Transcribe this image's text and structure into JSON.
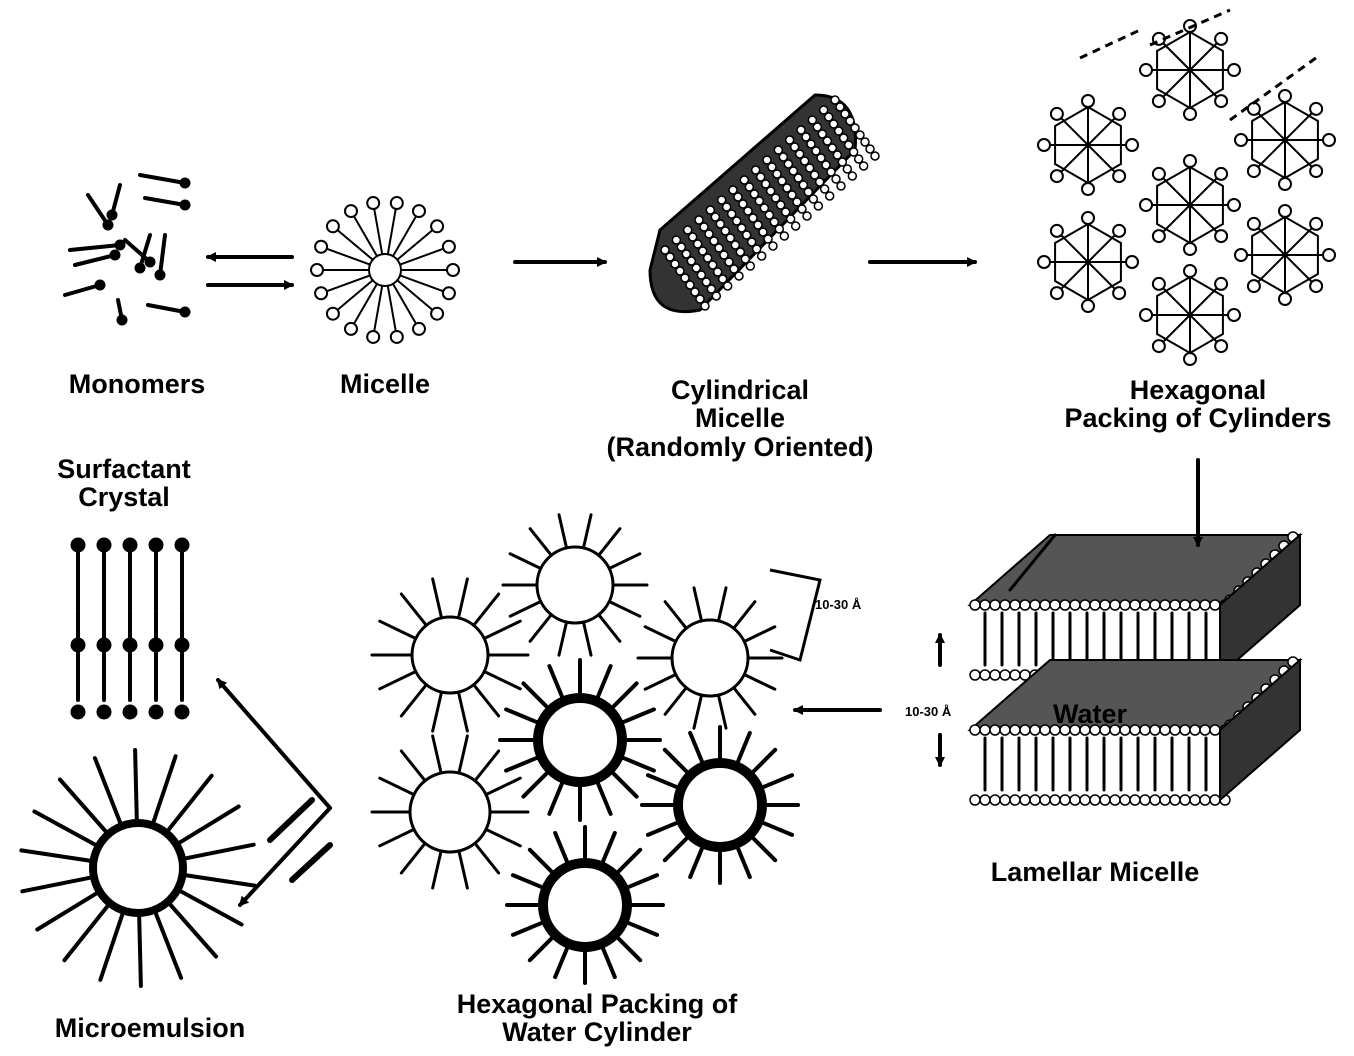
{
  "colors": {
    "ink": "#000000",
    "paper": "#ffffff"
  },
  "labels": {
    "monomers": "Monomers",
    "micelle": "Micelle",
    "cylindrical_line1": "Cylindrical",
    "cylindrical_line2": "Micelle",
    "cylindrical_line3": "(Randomly Oriented)",
    "hex_cyl_line1": "Hexagonal",
    "hex_cyl_line2": "Packing of Cylinders",
    "surfactant_line1": "Surfactant",
    "surfactant_line2": "Crystal",
    "lamellar": "Lamellar Micelle",
    "water": "Water",
    "hex_water_line1": "Hexagonal Packing of",
    "hex_water_line2": "Water Cylinder",
    "microemulsion": "Microemulsion",
    "dim_top": "10-30 Å",
    "dim_lamellar": "10-30 Å"
  },
  "icons": [
    "monomers-icon",
    "micelle-icon",
    "cylindrical-micelle-icon",
    "hexagonal-cylinders-icon",
    "surfactant-crystal-icon",
    "lamellar-micelle-icon",
    "water-cylinders-icon",
    "microemulsion-icon",
    "arrow-icon"
  ]
}
